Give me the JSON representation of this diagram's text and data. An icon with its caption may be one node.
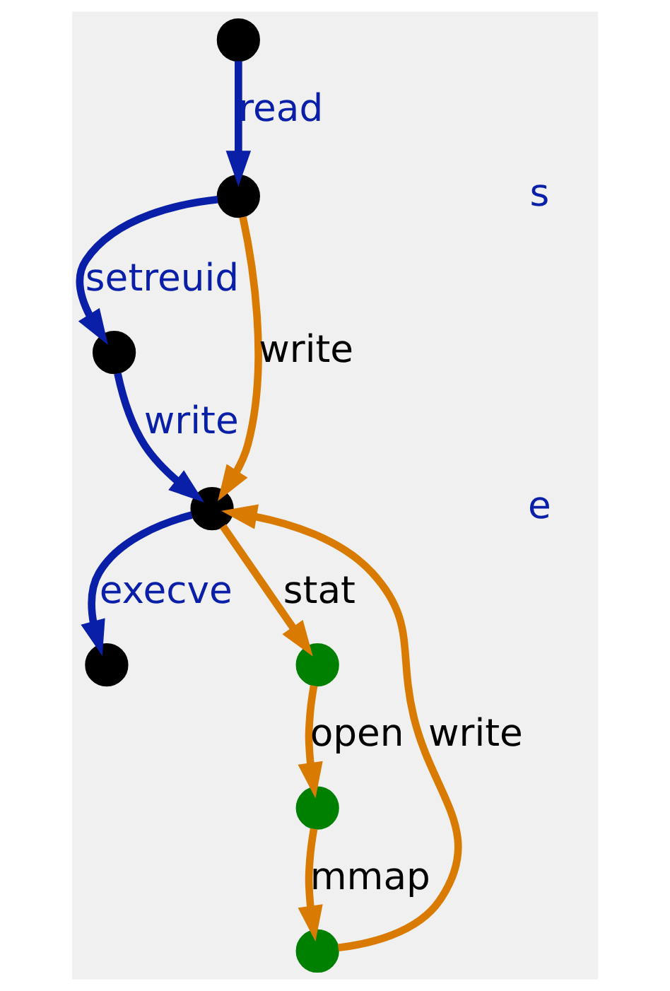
{
  "diagram": {
    "nodes": [
      {
        "text": [],
        "shape": "circle"
      },
      {
        "text": [],
        "shape": "circle"
      },
      {
        "text": [],
        "shape": "circle"
      },
      {
        "text": [],
        "shape": "circle"
      },
      {
        "text": [],
        "shape": "circle"
      },
      {
        "text": [],
        "shape": "circle"
      },
      {
        "text": [],
        "shape": "circle"
      },
      {
        "text": [],
        "shape": "circle"
      }
    ],
    "edges": [
      {
        "from": 0,
        "to": 1,
        "arrow": "to",
        "label": "read",
        "color": "#0a1fa8"
      },
      {
        "from": 1,
        "to": 2,
        "arrow": "to",
        "label": "setreuid",
        "color": "#0a1fa8"
      },
      {
        "from": 1,
        "to": 3,
        "arrow": "to",
        "label": "write"
      },
      {
        "from": 2,
        "to": 3,
        "arrow": "to",
        "label": "write",
        "color": "#0a1fa8"
      },
      {
        "from": 3,
        "to": 4,
        "arrow": "to",
        "label": "execve",
        "color": "#0a1fa8"
      },
      {
        "from": 3,
        "to": 5,
        "arrow": "to",
        "label": "stat"
      },
      {
        "from": 5,
        "to": 6,
        "arrow": "to",
        "label": "open"
      },
      {
        "from": 6,
        "to": 7,
        "arrow": "to",
        "label": "mmap"
      },
      {
        "from": 7,
        "to": 3,
        "arrow": "to",
        "label": "write"
      }
    ],
    "labels": [
      "s",
      "e"
    ]
  }
}
